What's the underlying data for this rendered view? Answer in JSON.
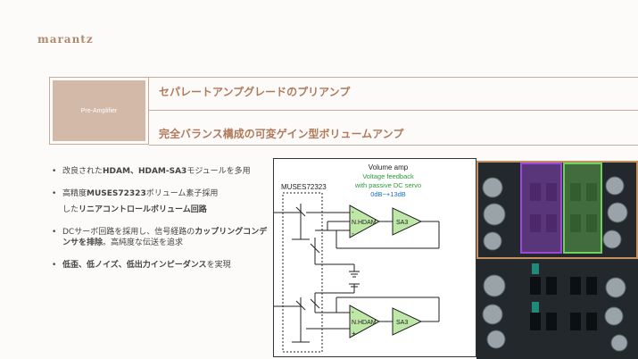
{
  "brand": "marantz",
  "section_label": "Pre-Amplifier",
  "headline1": "セパレートアンプグレードのプリアンプ",
  "headline2": "完全バランス構成の可変ゲイン型ボリュームアンプ",
  "bullets": [
    {
      "pre": "改良された",
      "b1": "HDAM、HDAM-SA3",
      "post": "モジュールを多用"
    },
    {
      "pre": "高精度",
      "b1": "MUSES72323",
      "post": "ボリューム素子採用",
      "sub_pre": "した",
      "sub_b": "リニアコントロールボリューム回路"
    },
    {
      "pre": "DCサーボ回路を採用し、信号経路の",
      "b1": "カップリングコンデンサを排除",
      "post": "。高純度な伝送を追求"
    },
    {
      "pre": "",
      "b1": "低歪、低ノイズ、低出力インピーダンス",
      "post": "を実現"
    }
  ],
  "diagram": {
    "title": "Volume amp",
    "feedback_line1": "Voltage feedback",
    "feedback_line2": "with passive DC servo",
    "gain": "0dB~+13dB",
    "chip": "MUSES72323",
    "hdam_label": "N.HDAM",
    "sa3_label": "SA3",
    "minus": "-",
    "plus": "+",
    "colors": {
      "title": "#222222",
      "feedback": "#2e9a3a",
      "gain": "#1f6fbf",
      "amp_fill": "#bfe7a7"
    }
  },
  "photo": {
    "highlight_purple": "#9c48d8",
    "highlight_green": "#6fd25a",
    "frame": "#c5905f"
  }
}
